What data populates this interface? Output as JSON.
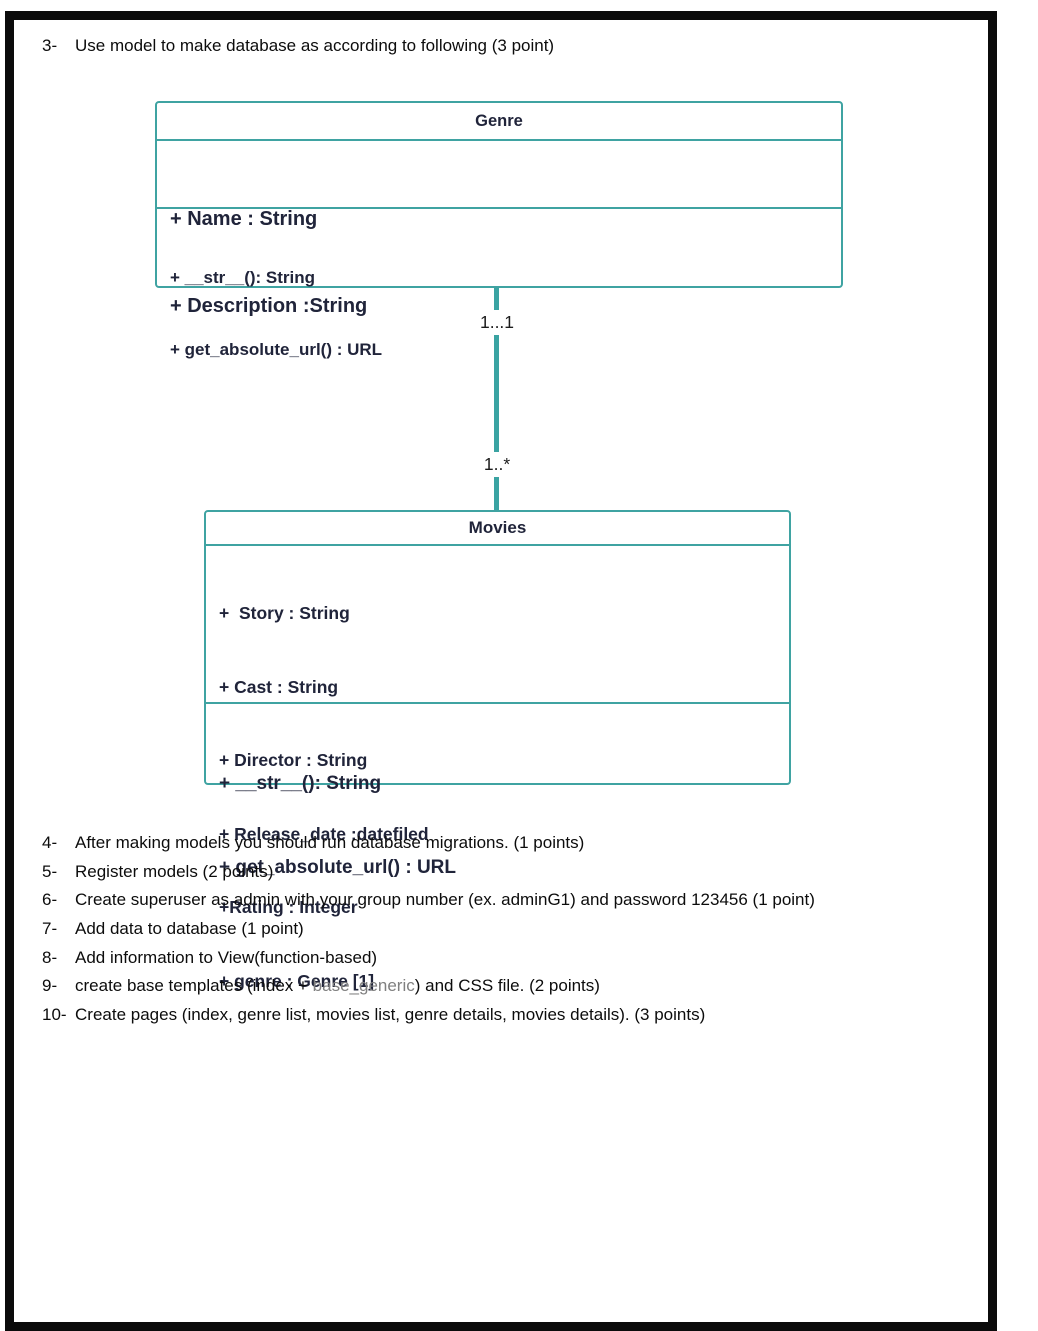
{
  "colors": {
    "accent": "#3FA3A2",
    "class_text": "#20243A",
    "frame": "#0B0B0B",
    "muted_text": "#808080"
  },
  "intro": {
    "number": "3-",
    "text": "Use model to make database as according to following (3 point)"
  },
  "diagram": {
    "genre": {
      "title": "Genre",
      "attributes": [
        "+ Name : String",
        "+ Description :String"
      ],
      "methods": [
        "+ __str__(): String",
        "+ get_absolute_url() : URL"
      ]
    },
    "movies": {
      "title": "Movies",
      "attributes": [
        "+  Story : String",
        "+ Cast : String",
        "+ Director : String",
        "+ Release_date :datefiled",
        "+Rating : Integer",
        "+ genre : Genre [1]"
      ],
      "methods": [
        "+ __str__(): String",
        "+ get_absolute_url() : URL"
      ]
    },
    "relationship": {
      "upper": "1...1",
      "lower": "1..*"
    }
  },
  "list": {
    "items": [
      {
        "number": "4-",
        "text": "After making models you should run database migrations. (1 points)"
      },
      {
        "number": "5-",
        "text": "Register models (2 points)"
      },
      {
        "number": "6-",
        "text": "Create superuser as admin with your group number (ex. adminG1) and password 123456 (1 point)"
      },
      {
        "number": "7-",
        "text": "Add data to database (1 point)"
      },
      {
        "number": "8-",
        "text": "Add information to View(function-based)"
      },
      {
        "number": "9-",
        "text_before": "create base templates (index + ",
        "gray_text": "base_generic",
        "text_after": ") and CSS file. (2 points)"
      },
      {
        "number": "10-",
        "text": "Create pages (index, genre list, movies list, genre details, movies details). (3 points)"
      }
    ]
  }
}
